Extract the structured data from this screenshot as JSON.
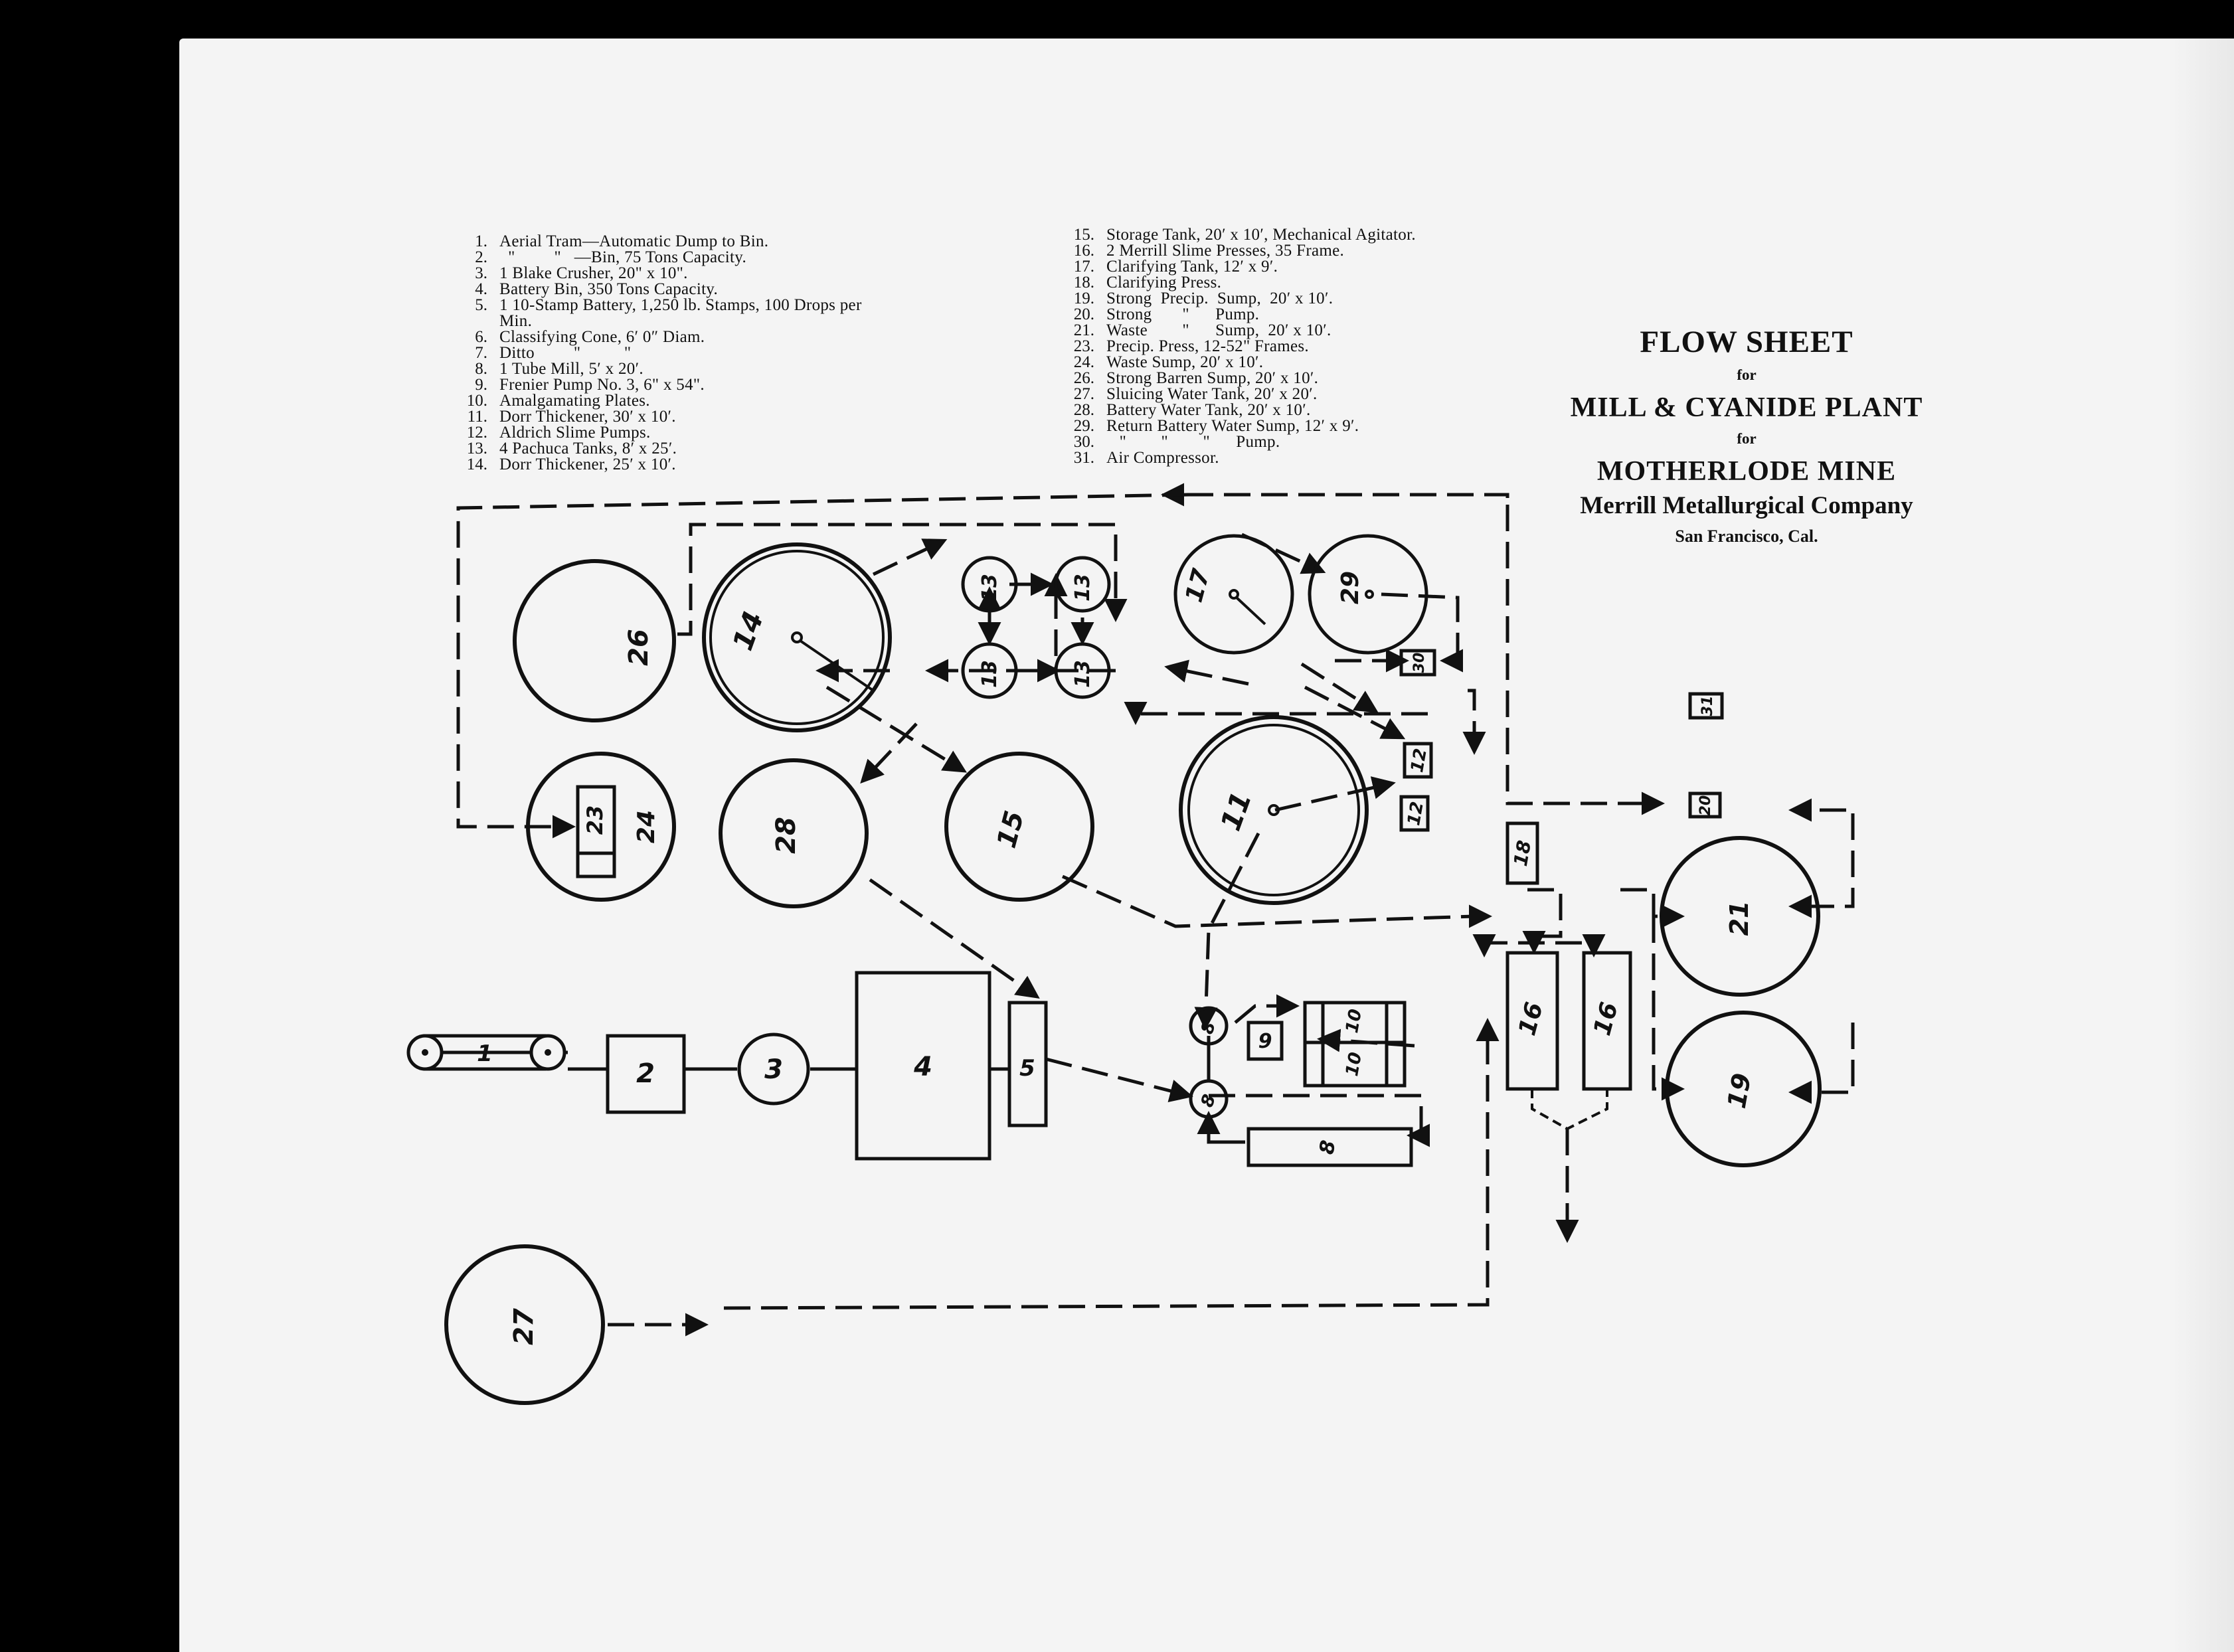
{
  "legend": {
    "left": [
      {
        "num": "1.",
        "text": "Aerial Tram—Automatic Dump to Bin."
      },
      {
        "num": "2.",
        "text": "  \"         \"   —Bin, 75 Tons Capacity."
      },
      {
        "num": "3.",
        "text": "1 Blake Crusher, 20\" x 10\"."
      },
      {
        "num": "4.",
        "text": "Battery Bin, 350 Tons Capacity."
      },
      {
        "num": "5.",
        "text": "1 10-Stamp Battery, 1,250 lb. Stamps, 100 Drops per"
      },
      {
        "num": "",
        "text": "Min."
      },
      {
        "num": "6.",
        "text": "Classifying Cone, 6′ 0″ Diam."
      },
      {
        "num": "7.",
        "text": "Ditto         \"          \""
      },
      {
        "num": "8.",
        "text": "1 Tube Mill, 5′ x 20′."
      },
      {
        "num": "9.",
        "text": "Frenier Pump No. 3, 6\" x 54\"."
      },
      {
        "num": "10.",
        "text": "Amalgamating Plates."
      },
      {
        "num": "11.",
        "text": "Dorr Thickener, 30′ x 10′."
      },
      {
        "num": "12.",
        "text": "Aldrich Slime Pumps."
      },
      {
        "num": "13.",
        "text": "4 Pachuca Tanks, 8′ x 25′."
      },
      {
        "num": "14.",
        "text": "Dorr Thickener, 25′ x 10′."
      }
    ],
    "right": [
      {
        "num": "15.",
        "text": "Storage Tank, 20′ x 10′, Mechanical Agitator."
      },
      {
        "num": "16.",
        "text": "2 Merrill Slime Presses, 35 Frame."
      },
      {
        "num": "17.",
        "text": "Clarifying Tank, 12′ x 9′."
      },
      {
        "num": "18.",
        "text": "Clarifying Press."
      },
      {
        "num": "19.",
        "text": "Strong  Precip.  Sump,  20′ x 10′."
      },
      {
        "num": "20.",
        "text": "Strong       \"      Pump."
      },
      {
        "num": "21.",
        "text": "Waste        \"      Sump,  20′ x 10′."
      },
      {
        "num": "23.",
        "text": "Precip. Press, 12-52\" Frames."
      },
      {
        "num": "24.",
        "text": "Waste Sump, 20′ x 10′."
      },
      {
        "num": "26.",
        "text": "Strong Barren Sump, 20′ x 10′."
      },
      {
        "num": "27.",
        "text": "Sluicing Water Tank, 20′ x 20′."
      },
      {
        "num": "28.",
        "text": "Battery Water Tank, 20′ x 10′."
      },
      {
        "num": "29.",
        "text": "Return Battery Water Sump, 12′ x 9′."
      },
      {
        "num": "30.",
        "text": "   \"        \"        \"      Pump."
      },
      {
        "num": "31.",
        "text": "Air Compressor."
      }
    ]
  },
  "title": {
    "line1": "FLOW SHEET",
    "for1": "for",
    "line2": "MILL & CYANIDE PLANT",
    "for2": "for",
    "line3": "MOTHERLODE MINE",
    "company": "Merrill Metallurgical Company",
    "location": "San Francisco, Cal."
  },
  "labels": {
    "n1": "1",
    "n2": "2",
    "n3": "3",
    "n4": "4",
    "n5": "5",
    "n8": "8",
    "n9": "9",
    "n10": "10",
    "n11": "11",
    "n12": "12",
    "n13": "13",
    "n14": "14",
    "n15": "15",
    "n16": "16",
    "n17": "17",
    "n18": "18",
    "n19": "19",
    "n20": "20",
    "n21": "21",
    "n23": "23",
    "n24": "24",
    "n26": "26",
    "n27": "27",
    "n28": "28",
    "n29": "29",
    "n30": "30",
    "n31": "31"
  },
  "colors": {
    "page": "#f4f4f4",
    "ink": "#111111",
    "background": "#000000"
  }
}
